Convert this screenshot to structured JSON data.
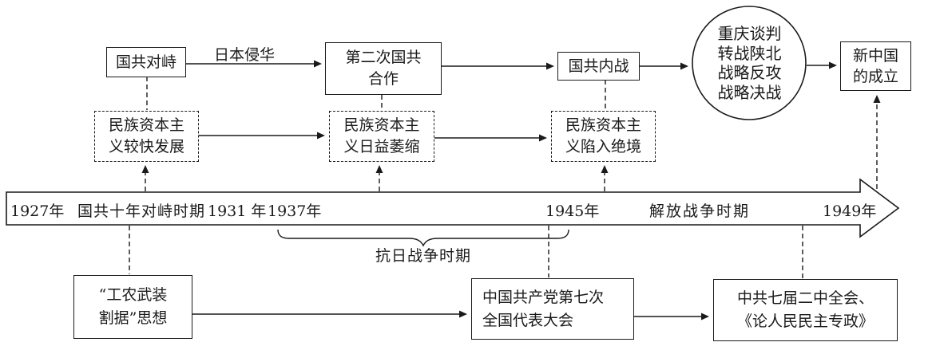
{
  "nodes": {
    "guogong_duizhi": {
      "label": "国共对峙"
    },
    "riben_qinhua_label": "日本侵华",
    "dierci_guogong_hezuo": {
      "line1": "第二次国共",
      "line2": "合作"
    },
    "guogong_neizhan": {
      "label": "国共内战"
    },
    "zhanju_circle": {
      "line1": "重庆谈判",
      "line2": "转战陕北",
      "line3": "战略反攻",
      "line4": "战略决战"
    },
    "xin_zhongguo_chengli": {
      "line1": "新中国",
      "line2": "的成立"
    },
    "minzi_jiaokuai_fazhan": {
      "line1": "民族资本主",
      "line2": "义较快发展"
    },
    "minzi_riyi_weisuo": {
      "line1": "民族资本主",
      "line2": "义日益萎缩"
    },
    "minzi_xianru_juejing": {
      "line1": "民族资本主",
      "line2": "义陷入绝境"
    },
    "gongnong_wuzhuang": {
      "line1": "“工农武装",
      "line2": "割据”思想"
    },
    "zhonggong_qida": {
      "line1": "中国共产党第七次",
      "line2": "全国代表大会"
    },
    "qijie_erzhong_quanhui": {
      "line1": "中共七届二中全会、",
      "line2": "《论人民民主专政》"
    }
  },
  "timeline": {
    "y1927": "1927年",
    "duizhi_period": "国共十年对峙时期",
    "y1931": "1931 年",
    "y1937": "1937年",
    "y1945": "1945年",
    "jiefang_period": "解放战争时期",
    "y1949": "1949年",
    "brace_label": "抗日战争时期"
  },
  "colors": {
    "ink": "#1a1a1a",
    "background": "#ffffff"
  }
}
